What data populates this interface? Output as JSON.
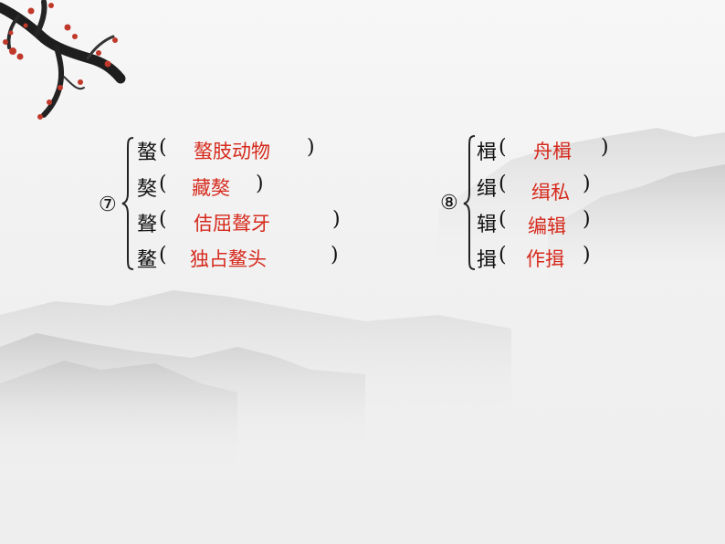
{
  "groups": [
    {
      "number": "⑦",
      "items": [
        {
          "char": "螯",
          "open": "(",
          "answer": "螯肢动物",
          "close": ")"
        },
        {
          "char": "獒",
          "open": "(",
          "answer": "藏獒",
          "close": ")"
        },
        {
          "char": "聱",
          "open": "(",
          "answer": "佶屈聱牙",
          "close": ")"
        },
        {
          "char": "鳌",
          "open": "(",
          "answer": "独占鳌头",
          "close": ")"
        }
      ]
    },
    {
      "number": "⑧",
      "items": [
        {
          "char": "楫",
          "open": "(",
          "answer": "舟楫",
          "close": ")"
        },
        {
          "char": "缉",
          "open": "(",
          "answer": "缉私",
          "close": ")"
        },
        {
          "char": "辑",
          "open": "(",
          "answer": "编辑",
          "close": ")"
        },
        {
          "char": "揖",
          "open": "(",
          "answer": "作揖",
          "close": ")"
        }
      ]
    }
  ]
}
